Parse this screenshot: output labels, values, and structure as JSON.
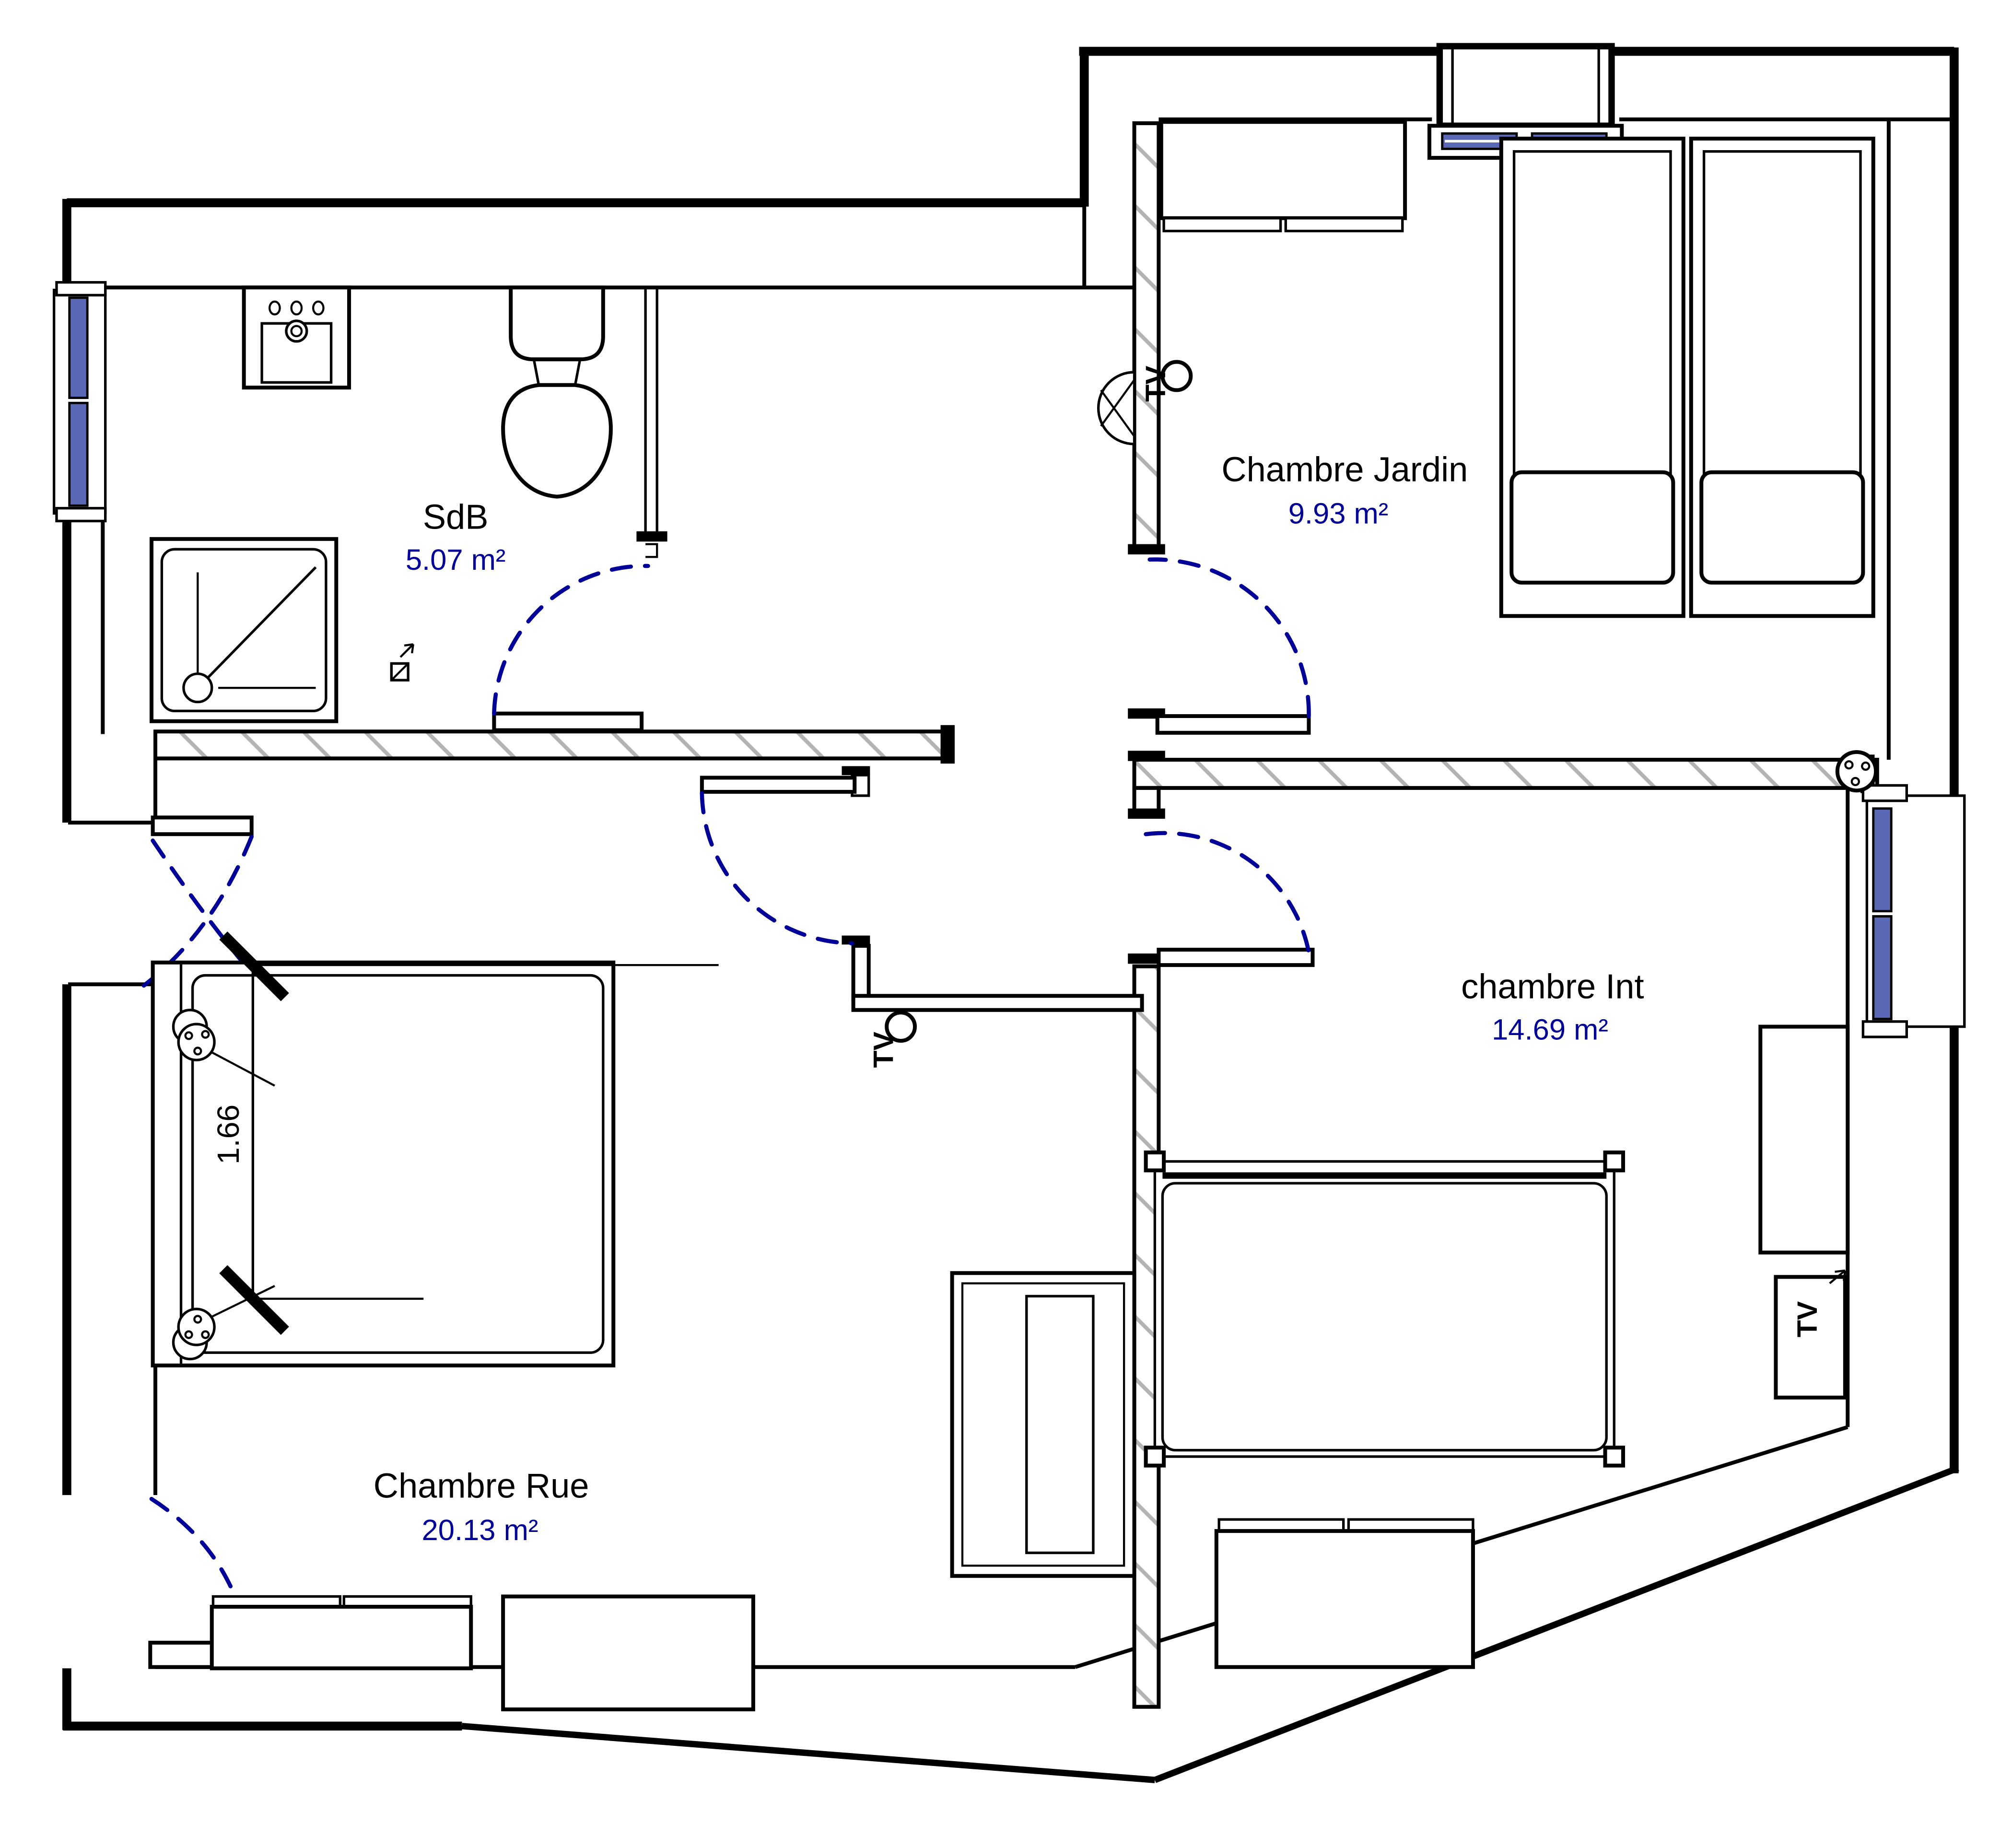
{
  "drawing": {
    "type": "floor-plan",
    "units": "m²"
  },
  "rooms": [
    {
      "id": "sdb",
      "name": "SdB",
      "area": "5.07 m²"
    },
    {
      "id": "chambre-jardin",
      "name": "Chambre Jardin",
      "area": "9.93 m²"
    },
    {
      "id": "chambre-int",
      "name": "chambre Int",
      "area": "14.69 m²"
    },
    {
      "id": "chambre-rue",
      "name": "Chambre Rue",
      "area": "20.13 m²"
    }
  ],
  "annotations": {
    "dimension_width": "1.66",
    "tv_jardin": "TV",
    "tv_corridor": "TV",
    "tv_int": "TV"
  },
  "colors": {
    "line": "#000000",
    "area_text": "#000099",
    "door_arc": "#000099",
    "window_glass": "#5b68b5",
    "wall_hatch": "#b3b3b3"
  }
}
